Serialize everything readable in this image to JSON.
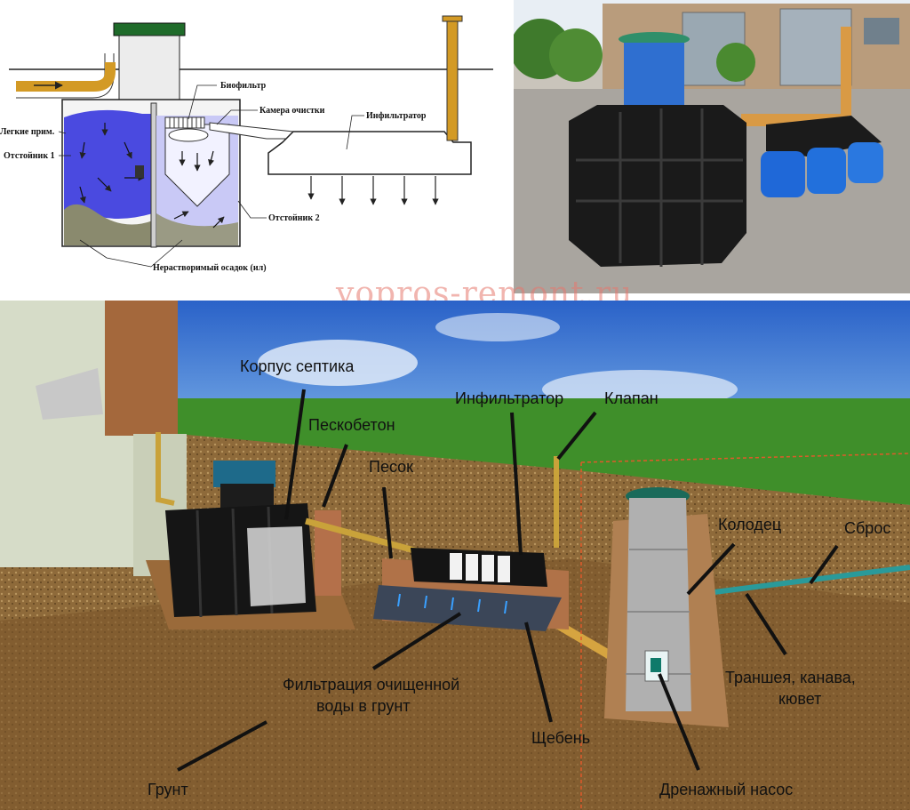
{
  "schematic": {
    "labels": {
      "biofilter": "Биофильтр",
      "cleaning_chamber": "Камера очистки",
      "infiltrator": "Инфильтратор",
      "light_impurities": "Легкие прим.",
      "settler1": "Отстойник 1",
      "settler2": "Отстойник 2",
      "sediment": "Нерастворимый осадок (ил)"
    }
  },
  "watermark": "vopros-remont.ru",
  "scene": {
    "labels": {
      "septic_body": "Корпус септика",
      "sand_concrete": "Пескобетон",
      "infiltrator": "Инфильтратор",
      "valve": "Клапан",
      "sand": "Песок",
      "well": "Колодец",
      "discharge": "Сброс",
      "trench_l1": "Траншея, канава,",
      "trench_l2": "кювет",
      "filtration_l1": "Фильтрация очищенной",
      "filtration_l2": "воды в грунт",
      "gravel": "Щебень",
      "soil": "Грунт",
      "pump": "Дренажный насос"
    }
  },
  "colors": {
    "water_dark": "#4a4ae0",
    "water_light": "#c9c9f6",
    "sludge": "#8a8a6e",
    "pipe_orange": "#d89a20",
    "lid_green": "#1d6b32",
    "sky": "#3a7ad0",
    "grass": "#3f8f2a",
    "soil": "#7a5a30",
    "septic_black": "#1a1a1a",
    "well_grey": "#b0b0b0"
  }
}
